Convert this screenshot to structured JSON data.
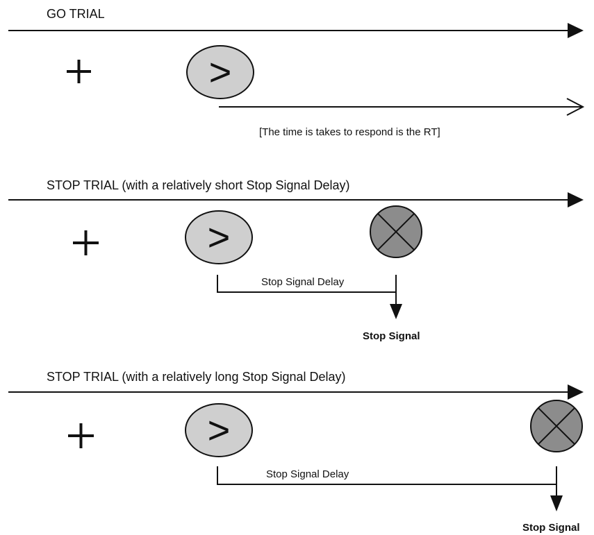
{
  "colors": {
    "line": "#111111",
    "go_circle_fill": "#cfcfcf",
    "stop_circle_fill": "#8c8c8c",
    "background": "#ffffff"
  },
  "icons": {
    "fixation": "plus-icon",
    "go_signal": "go-signal-icon",
    "stop_signal": "stop-signal-icon"
  },
  "glyphs": {
    "fixation": "+",
    "go": ">"
  },
  "go_trial": {
    "title": "GO TRIAL",
    "response_note": "[The time is takes to respond is the RT]"
  },
  "stop_trial_short": {
    "title": "STOP TRIAL (with a relatively short Stop Signal Delay)",
    "delay_label": "Stop Signal Delay",
    "signal_label": "Stop Signal"
  },
  "stop_trial_long": {
    "title": "STOP TRIAL (with a relatively long Stop Signal Delay)",
    "delay_label": "Stop Signal Delay",
    "signal_label": "Stop Signal"
  }
}
